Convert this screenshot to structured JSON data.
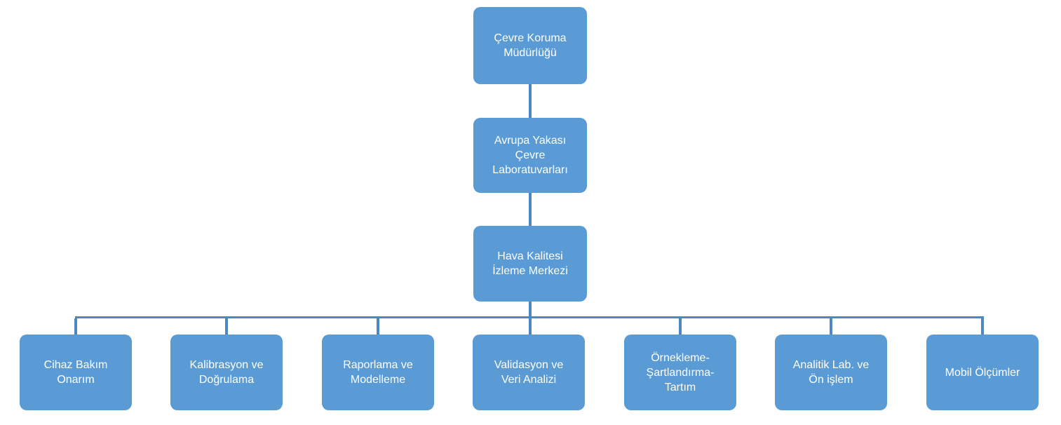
{
  "page": {
    "background": "#FFFFFF"
  },
  "org_chart": {
    "type": "hierarchy",
    "colors": {
      "node_fill": "#5B9BD5",
      "node_text": "#FFFFFF",
      "connector": "#4F87C5"
    },
    "nodes": {
      "level1": {
        "label": "Çevre Koruma\nMüdürlüğü"
      },
      "level2": {
        "label": "Avrupa Yakası\nÇevre\nLaboratuvarları"
      },
      "level3": {
        "label": "Hava Kalitesi\nİzleme Merkezi"
      }
    },
    "departments": [
      {
        "label": "Cihaz Bakım\nOnarım"
      },
      {
        "label": "Kalibrasyon ve\nDoğrulama"
      },
      {
        "label": "Raporlama ve\nModelleme"
      },
      {
        "label": "Validasyon ve\nVeri Analizi"
      },
      {
        "label": "Örnekleme-\nŞartlandırma-\nTartım"
      },
      {
        "label": "Analitik Lab. ve\nÖn işlem"
      },
      {
        "label": "Mobil Ölçümler"
      }
    ]
  }
}
